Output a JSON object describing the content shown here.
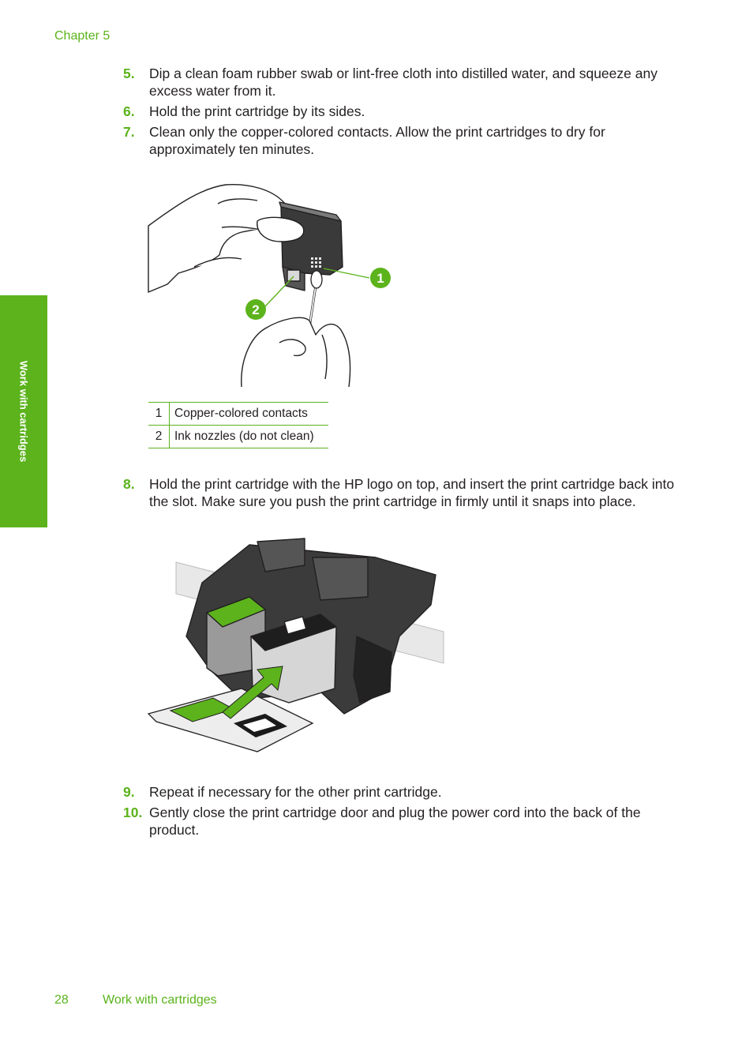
{
  "header": {
    "chapter": "Chapter 5"
  },
  "side_tab": {
    "label": "Work with cartridges"
  },
  "steps_a": [
    {
      "num": "5.",
      "text": "Dip a clean foam rubber swab or lint-free cloth into distilled water, and squeeze any excess water from it."
    },
    {
      "num": "6.",
      "text": "Hold the print cartridge by its sides."
    },
    {
      "num": "7.",
      "text": "Clean only the copper-colored contacts. Allow the print cartridges to dry for approximately ten minutes."
    }
  ],
  "figure1": {
    "callout_1": "1",
    "callout_2": "2"
  },
  "legend": [
    {
      "num": "1",
      "label": "Copper-colored contacts"
    },
    {
      "num": "2",
      "label": "Ink nozzles (do not clean)"
    }
  ],
  "steps_b": [
    {
      "num": "8.",
      "text": "Hold the print cartridge with the HP logo on top, and insert the print cartridge back into the slot. Make sure you push the print cartridge in firmly until it snaps into place."
    }
  ],
  "steps_c": [
    {
      "num": "9.",
      "text": "Repeat if necessary for the other print cartridge."
    },
    {
      "num": "10.",
      "text": "Gently close the print cartridge door and plug the power cord into the back of the product."
    }
  ],
  "footer": {
    "page_number": "28",
    "section": "Work with cartridges"
  },
  "colors": {
    "accent": "#5cb31c",
    "text": "#231f20"
  }
}
